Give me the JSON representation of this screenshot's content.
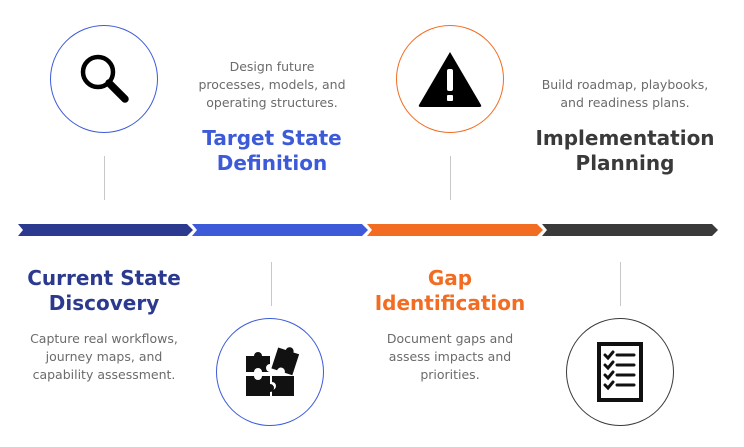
{
  "colors": {
    "navy": "#2b3a8f",
    "blue": "#3d5bd9",
    "orange": "#f26c21",
    "dark": "#3a3a3a",
    "line": "#c8c8c8"
  },
  "stages": [
    {
      "title": "Current State\nDiscovery",
      "description": "Capture real workflows,\njourney maps, and\ncapability assessment.",
      "icon": "search-icon",
      "color": "#2b3a8f"
    },
    {
      "title": "Target State\nDefinition",
      "description": "Design future\nprocesses, models, and\noperating structures.",
      "icon": "puzzle-icon",
      "color": "#3d5bd9"
    },
    {
      "title": "Gap\nIdentification",
      "description": "Document gaps and\nassess impacts and\npriorities.",
      "icon": "warning-icon",
      "color": "#f26c21"
    },
    {
      "title": "Implementation\nPlanning",
      "description": "Build roadmap, playbooks,\nand readiness plans.",
      "icon": "checklist-icon",
      "color": "#3a3a3a"
    }
  ]
}
